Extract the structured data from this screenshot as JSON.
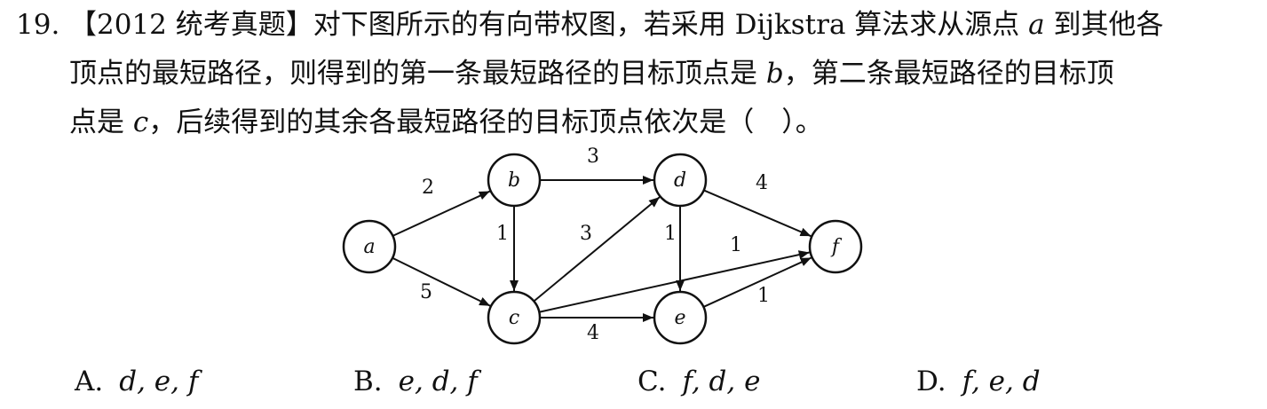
{
  "question": {
    "number": "19.",
    "source_tag": "【2012 统考真题】",
    "line1_text": "对下图所示的有向带权图，若采用 Dijkstra 算法求从源点 ",
    "line1_var": "a",
    "line1_tail": " 到其他各",
    "line2_text": "顶点的最短路径，则得到的第一条最短路径的目标顶点是 ",
    "line2_var": "b",
    "line2_tail": "，第二条最短路径的目标顶",
    "line3_head": "点是 ",
    "line3_var": "c",
    "line3_tail": "，后续得到的其余各最短路径的目标顶点依次是（　）。"
  },
  "graph": {
    "nodes": [
      {
        "id": "a",
        "label": "a"
      },
      {
        "id": "b",
        "label": "b"
      },
      {
        "id": "c",
        "label": "c"
      },
      {
        "id": "d",
        "label": "d"
      },
      {
        "id": "e",
        "label": "e"
      },
      {
        "id": "f",
        "label": "f"
      }
    ],
    "edges": [
      {
        "from": "a",
        "to": "b",
        "weight": "2"
      },
      {
        "from": "a",
        "to": "c",
        "weight": "5"
      },
      {
        "from": "b",
        "to": "c",
        "weight": "1"
      },
      {
        "from": "b",
        "to": "d",
        "weight": "3"
      },
      {
        "from": "c",
        "to": "d",
        "weight": "3"
      },
      {
        "from": "c",
        "to": "f",
        "weight": "1"
      },
      {
        "from": "c",
        "to": "e",
        "weight": "4"
      },
      {
        "from": "d",
        "to": "e",
        "weight": "1"
      },
      {
        "from": "d",
        "to": "f",
        "weight": "4"
      },
      {
        "from": "e",
        "to": "f",
        "weight": "1"
      }
    ]
  },
  "options": [
    {
      "letter": "A.",
      "value": "d, e, f"
    },
    {
      "letter": "B.",
      "value": "e, d, f"
    },
    {
      "letter": "C.",
      "value": "f, d, e"
    },
    {
      "letter": "D.",
      "value": "f, e, d"
    }
  ]
}
